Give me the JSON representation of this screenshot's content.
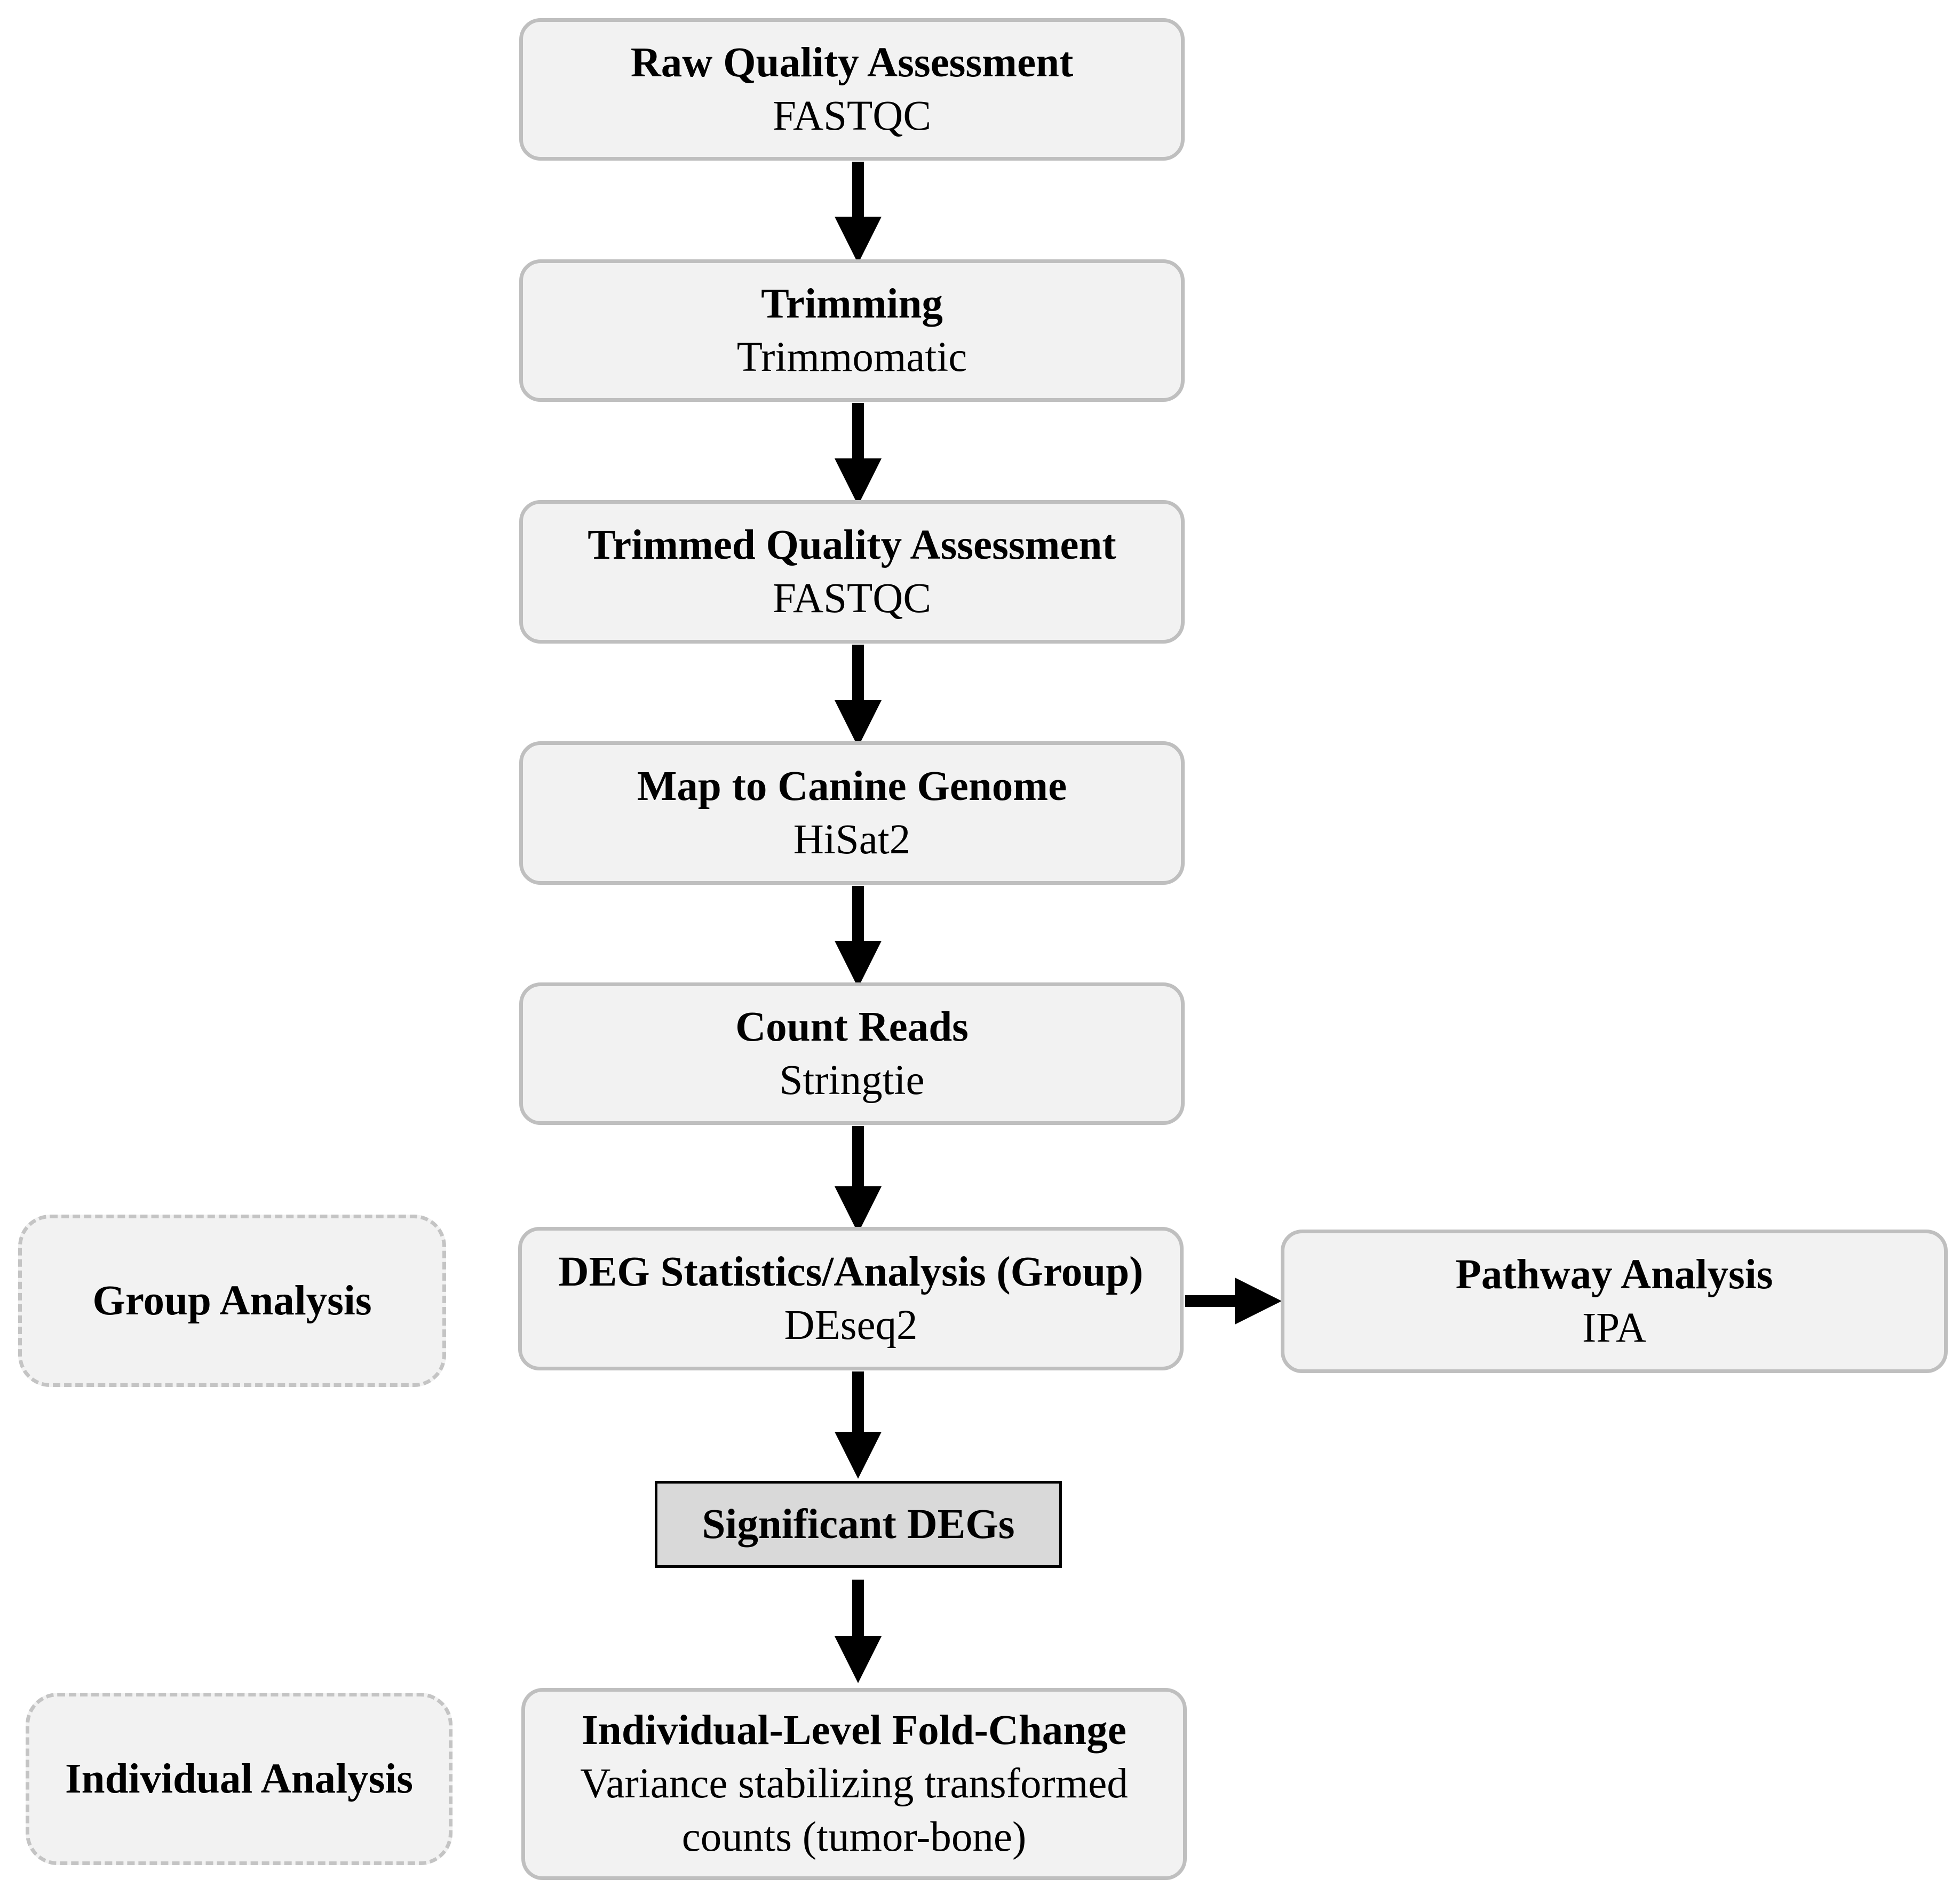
{
  "steps": {
    "raw_qa": {
      "title": "Raw Quality Assessment",
      "tool": "FASTQC"
    },
    "trimming": {
      "title": "Trimming",
      "tool": "Trimmomatic"
    },
    "trimmed_qa": {
      "title": "Trimmed Quality Assessment",
      "tool": "FASTQC"
    },
    "mapping": {
      "title": "Map to Canine Genome",
      "tool": "HiSat2"
    },
    "counting": {
      "title": "Count Reads",
      "tool": "Stringtie"
    },
    "deg": {
      "title": "DEG Statistics/Analysis (Group)",
      "tool": "DEseq2"
    },
    "pathway": {
      "title": "Pathway Analysis",
      "tool": "IPA"
    },
    "significant": {
      "title": "Significant DEGs"
    },
    "fold_change": {
      "title": "Individual-Level Fold-Change",
      "tool_line1": "Variance stabilizing transformed",
      "tool_line2": "counts (tumor-bone)"
    }
  },
  "side_labels": {
    "group": "Group Analysis",
    "individual": "Individual Analysis"
  },
  "colors": {
    "box_fill": "#f2f2f2",
    "box_border": "#bfbfbf",
    "result_fill": "#d9d9d9",
    "arrow": "#000000"
  }
}
